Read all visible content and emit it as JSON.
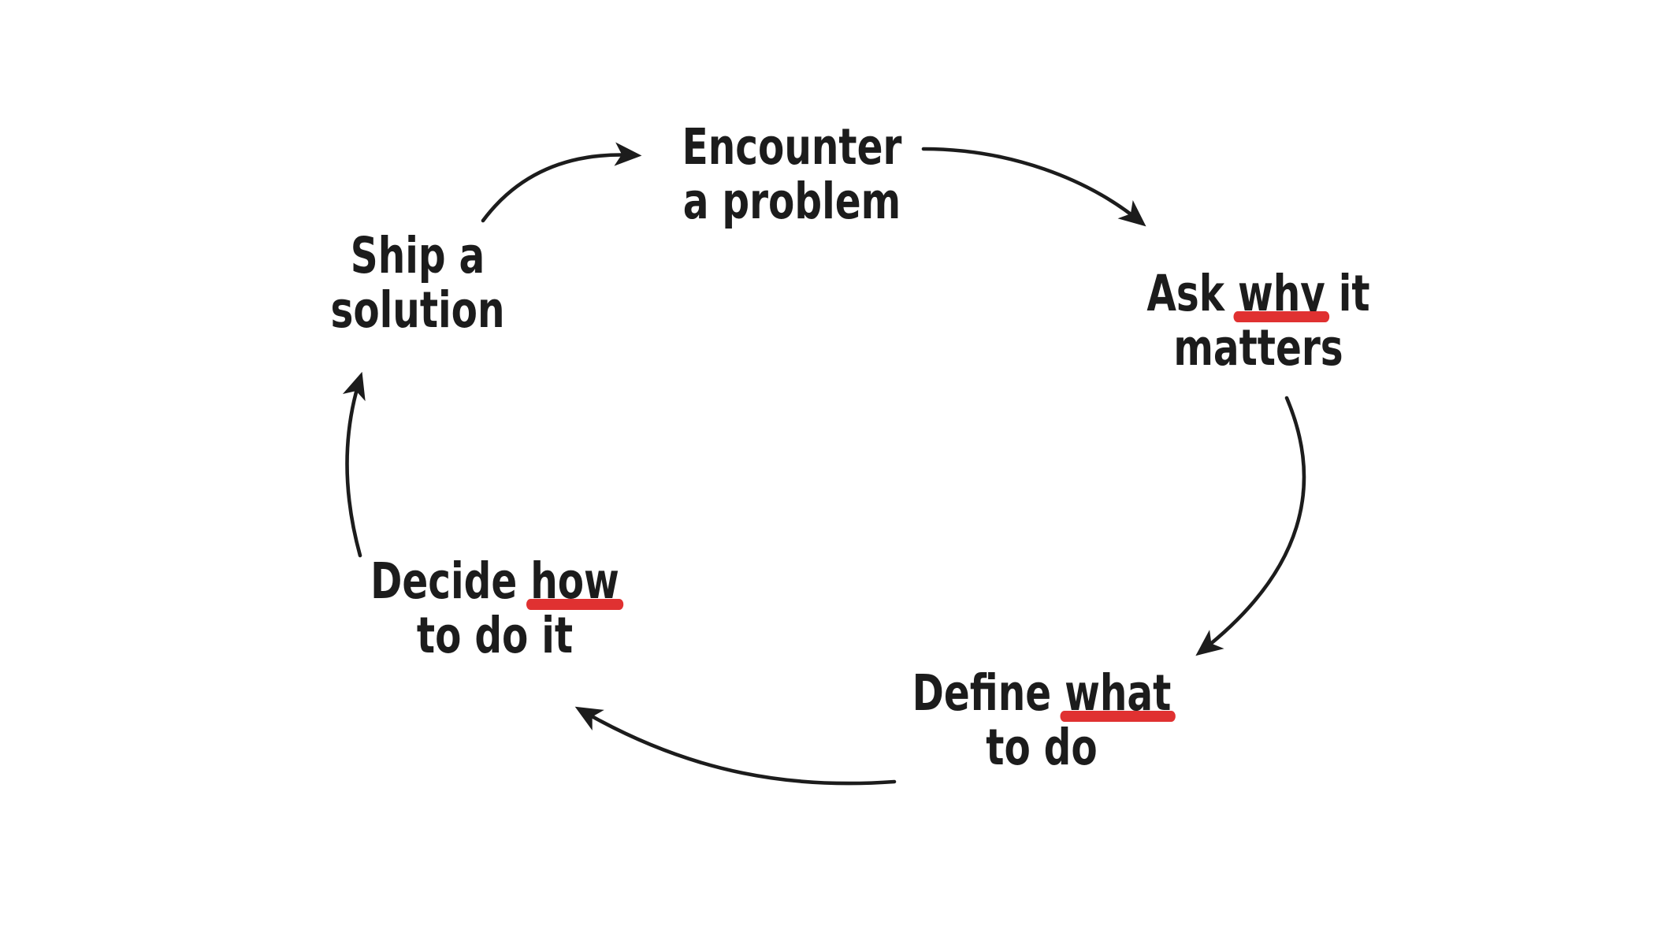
{
  "style": {
    "background": "#ffffff",
    "ink_color": "#1c1c1c",
    "underline_color": "#e03131"
  },
  "nodes": {
    "encounter": {
      "line1": "Encounter",
      "line2": "a problem"
    },
    "ask_why": {
      "pre": "Ask ",
      "word": "why",
      "post": " it",
      "line2": "matters"
    },
    "define_what": {
      "pre": "Define ",
      "word": "what",
      "line2": "to do"
    },
    "decide_how": {
      "pre": "Decide ",
      "word": "how",
      "line2": "to do it"
    },
    "ship": {
      "line1": "Ship a",
      "line2": "solution"
    }
  },
  "arrows": [
    {
      "from": "ship-a-solution",
      "to": "encounter-a-problem"
    },
    {
      "from": "encounter-a-problem",
      "to": "ask-why-it-matters"
    },
    {
      "from": "ask-why-it-matters",
      "to": "define-what-to-do"
    },
    {
      "from": "define-what-to-do",
      "to": "decide-how-to-do-it"
    },
    {
      "from": "decide-how-to-do-it",
      "to": "ship-a-solution"
    }
  ]
}
